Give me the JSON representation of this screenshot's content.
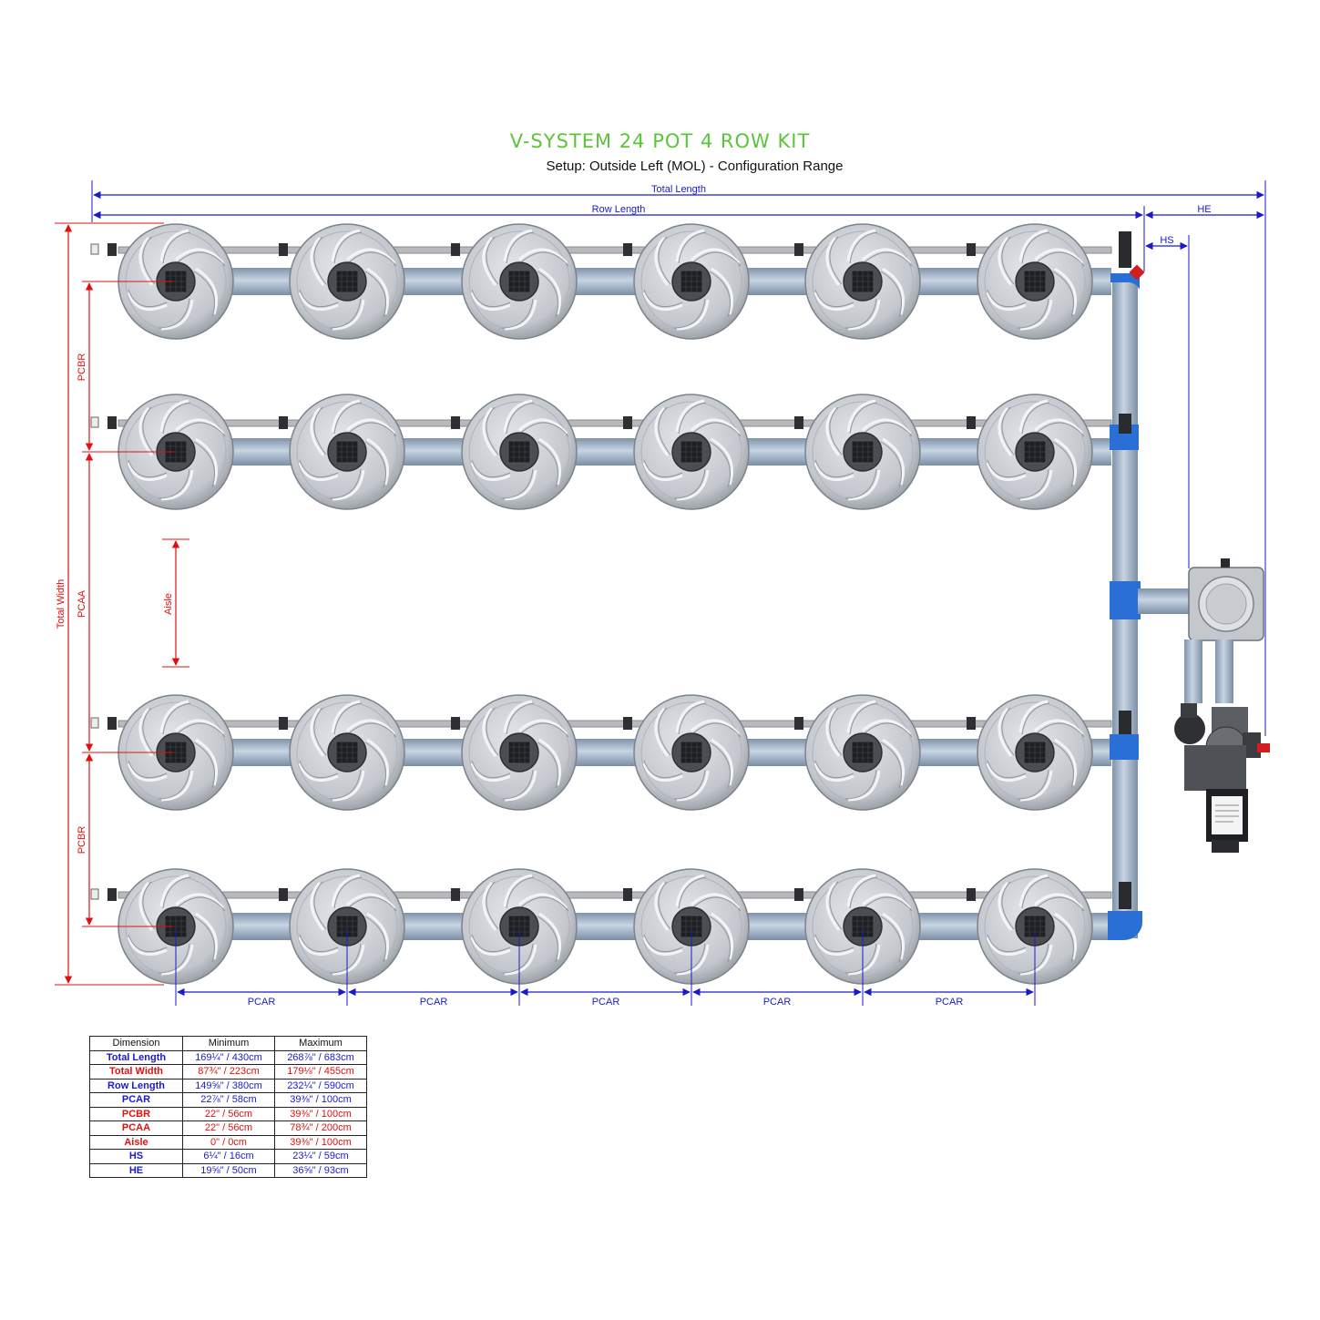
{
  "title": "V-SYSTEM 24 POT 4 ROW KIT",
  "subtitle": "Setup: Outside Left (MOL) - Configuration Range",
  "colors": {
    "title": "#5cc43a",
    "blue_dim": "#1a1acc",
    "red_dim": "#e01010",
    "pot": "#c9ccd1",
    "pipe": "#9fb6d0",
    "fitting": "#2a6fd6"
  },
  "layout": {
    "rows": 4,
    "pots_per_row": 6,
    "total_pots": 24,
    "row_pot_counts": [
      6,
      6,
      6,
      6
    ]
  },
  "dimension_labels": {
    "total_length": "Total Length",
    "row_length": "Row Length",
    "he": "HE",
    "hs": "HS",
    "total_width": "Total Width",
    "pcbr_top": "PCBR",
    "pcaa": "PCAA",
    "pcbr_bottom": "PCBR",
    "aisle": "Aisle",
    "pcar": [
      "PCAR",
      "PCAR",
      "PCAR",
      "PCAR",
      "PCAR"
    ]
  },
  "table": {
    "headers": [
      "Dimension",
      "Minimum",
      "Maximum"
    ],
    "rows": [
      {
        "name": "Total Length",
        "min": "169¼\" / 430cm",
        "max": "268⅞\" / 683cm",
        "color": "blue"
      },
      {
        "name": "Total Width",
        "min": "87¾\" / 223cm",
        "max": "179⅛\" / 455cm",
        "color": "red"
      },
      {
        "name": "Row Length",
        "min": "149⅝\" / 380cm",
        "max": "232¼\" / 590cm",
        "color": "blue"
      },
      {
        "name": "PCAR",
        "min": "22⅞\" / 58cm",
        "max": "39⅜\" / 100cm",
        "color": "blue"
      },
      {
        "name": "PCBR",
        "min": "22\" / 56cm",
        "max": "39⅜\" / 100cm",
        "color": "red"
      },
      {
        "name": "PCAA",
        "min": "22\" / 56cm",
        "max": "78¾\" / 200cm",
        "color": "red"
      },
      {
        "name": "Aisle",
        "min": "0\" / 0cm",
        "max": "39⅜\" / 100cm",
        "color": "red"
      },
      {
        "name": "HS",
        "min": "6¼\" / 16cm",
        "max": "23¼\" / 59cm",
        "color": "blue"
      },
      {
        "name": "HE",
        "min": "19⅝\" / 50cm",
        "max": "36⅝\" / 93cm",
        "color": "blue"
      }
    ]
  }
}
